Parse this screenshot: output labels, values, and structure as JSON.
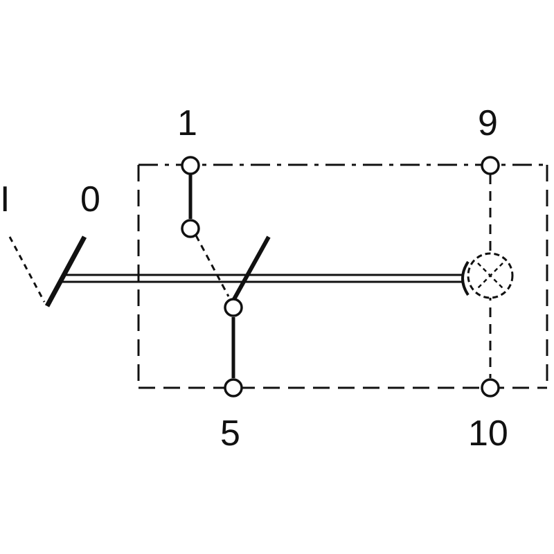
{
  "labels": {
    "on_position": "I",
    "off_position": "0",
    "terminal_1": "1",
    "terminal_9": "9",
    "terminal_5": "5",
    "terminal_10": "10"
  },
  "colors": {
    "line": "#111111",
    "background": "#ffffff"
  }
}
